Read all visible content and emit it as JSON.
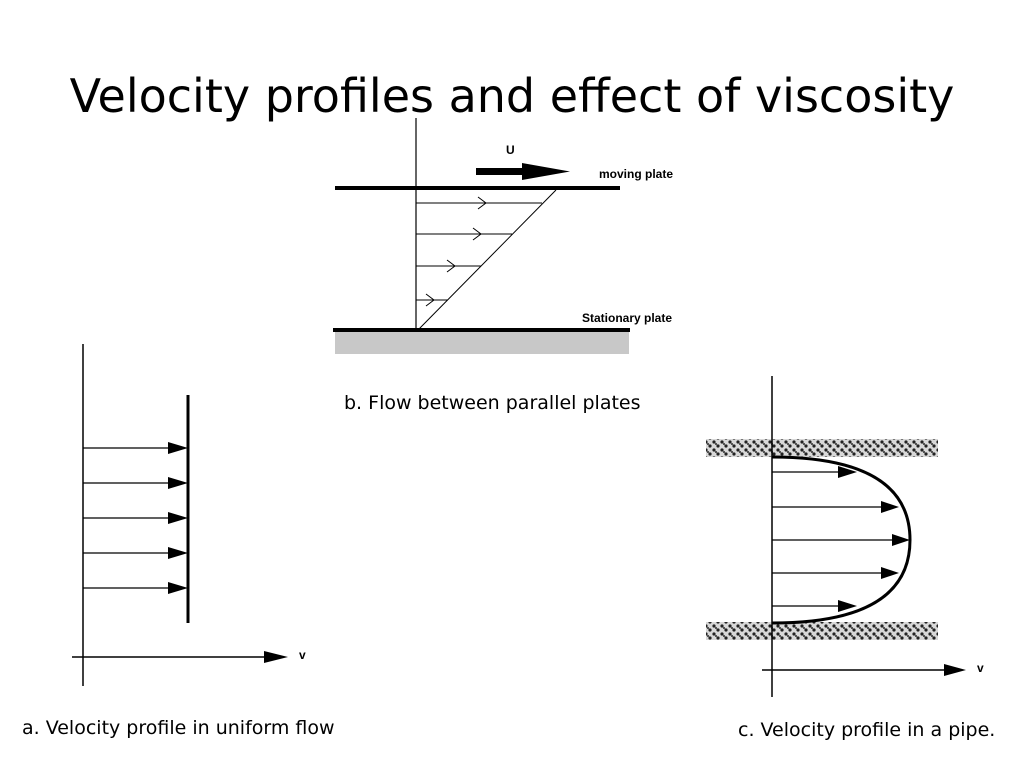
{
  "slide": {
    "title": "Velocity profiles and effect of viscosity"
  },
  "figures": {
    "uniform_flow": {
      "caption": "a. Velocity profile in uniform flow",
      "axis_label": "v"
    },
    "parallel_plates": {
      "caption": "b. Flow between parallel plates",
      "velocity_label": "U",
      "top_plate_label": "moving plate",
      "bottom_plate_label": "Stationary plate"
    },
    "pipe_flow": {
      "caption": "c. Velocity profile in a pipe.",
      "axis_label": "v"
    }
  }
}
